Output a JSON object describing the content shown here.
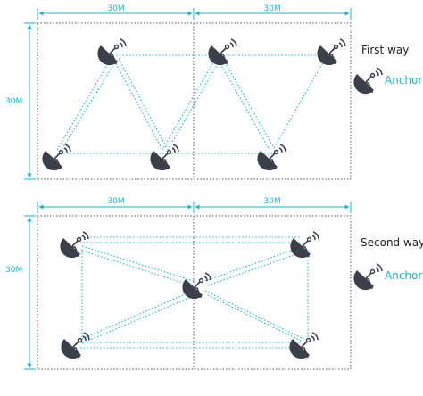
{
  "colors": {
    "accent": "#1fb3c4",
    "frame": "#555555",
    "antenna": "#3a3f4a"
  },
  "top": {
    "dim_left": "30M",
    "dim_right": "30M",
    "dim_vertical": "30M",
    "legend_title": "First way",
    "legend_anchor": "Anchor",
    "icon": "satellite-dish-icon"
  },
  "bottom": {
    "dim_left": "30M",
    "dim_right": "30M",
    "dim_vertical": "30M",
    "legend_title": "Second way",
    "legend_anchor": "Anchor",
    "icon": "satellite-dish-icon"
  }
}
